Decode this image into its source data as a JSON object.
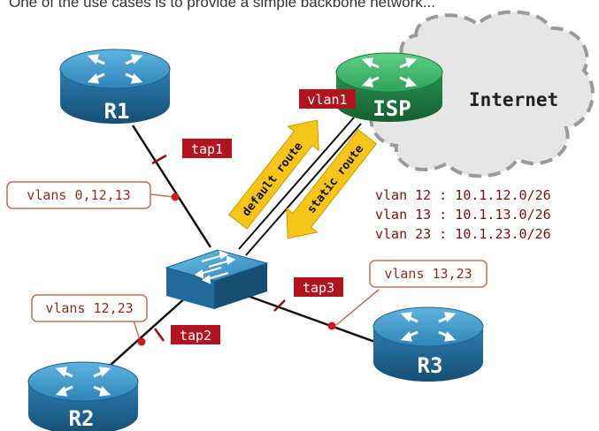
{
  "caption": "One of the use cases is to provide a simple backbone network...",
  "colors": {
    "router_blue": "#2e86b8",
    "router_blue_dark": "#1d5f8a",
    "isp_green": "#2ea35a",
    "isp_green_dark": "#1c7a3e",
    "tag_red": "#b3121f",
    "callout_border": "#c0705a",
    "callout_text": "#8a2f1f",
    "arrow_yellow": "#f5c518",
    "vlan_text": "#7a1010",
    "cloud_fill": "#e6e6e6",
    "cloud_border": "#9a9a9a"
  },
  "icons": {
    "router": "router-icon",
    "switch": "switch-icon",
    "cloud": "cloud-icon"
  },
  "cloud": {
    "label": "Internet"
  },
  "routers": {
    "r1": {
      "label": "R1"
    },
    "r2": {
      "label": "R2"
    },
    "r3": {
      "label": "R3"
    },
    "isp": {
      "label": "ISP"
    }
  },
  "tags": {
    "tap1": "tap1",
    "tap2": "tap2",
    "tap3": "tap3",
    "vlan1": "vlan1"
  },
  "callouts": {
    "r1": "vlans 0,12,13",
    "r2": "vlans 12,23",
    "r3": "vlans 13,23"
  },
  "arrows": {
    "default_route": "default route",
    "static_route": "static route"
  },
  "vlan_table": [
    "vlan 12 : 10.1.12.0/26",
    "vlan 13 : 10.1.13.0/26",
    "vlan 23 : 10.1.23.0/26"
  ]
}
